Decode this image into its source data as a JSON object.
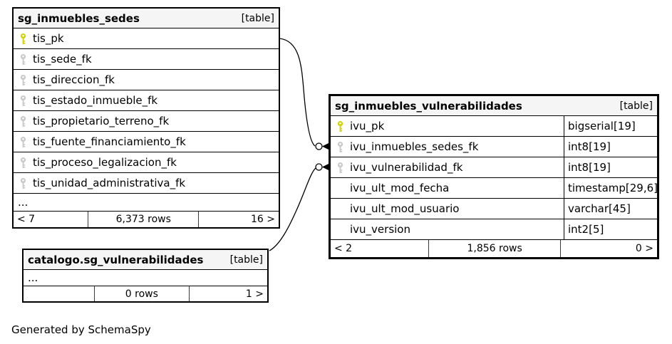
{
  "page": {
    "footer_note": "Generated by SchemaSpy"
  },
  "palette": {
    "pk_key": "#d2d200",
    "fk_key": "#c9c9c9",
    "header_bg": "#f5f5f5",
    "border": "#000000"
  },
  "tables": {
    "sedes": {
      "title": "sg_inmuebles_sedes",
      "badge": "[table]",
      "columns": [
        {
          "name": "tis_pk",
          "key": "pk"
        },
        {
          "name": "tis_sede_fk",
          "key": "fk"
        },
        {
          "name": "tis_direccion_fk",
          "key": "fk"
        },
        {
          "name": "tis_estado_inmueble_fk",
          "key": "fk"
        },
        {
          "name": "tis_propietario_terreno_fk",
          "key": "fk"
        },
        {
          "name": "tis_fuente_financiamiento_fk",
          "key": "fk"
        },
        {
          "name": "tis_proceso_legalizacion_fk",
          "key": "fk"
        },
        {
          "name": "tis_unidad_administrativa_fk",
          "key": "fk"
        }
      ],
      "ellipsis": "...",
      "footer": {
        "left": "< 7",
        "center": "6,373 rows",
        "right": "16 >"
      }
    },
    "vulnerabilidades": {
      "title": "sg_inmuebles_vulnerabilidades",
      "badge": "[table]",
      "columns": [
        {
          "name": "ivu_pk",
          "type": "bigserial[19]",
          "key": "pk"
        },
        {
          "name": "ivu_inmuebles_sedes_fk",
          "type": "int8[19]",
          "key": "fk"
        },
        {
          "name": "ivu_vulnerabilidad_fk",
          "type": "int8[19]",
          "key": "fk"
        },
        {
          "name": "ivu_ult_mod_fecha",
          "type": "timestamp[29,6]",
          "key": "none"
        },
        {
          "name": "ivu_ult_mod_usuario",
          "type": "varchar[45]",
          "key": "none"
        },
        {
          "name": "ivu_version",
          "type": "int2[5]",
          "key": "none"
        }
      ],
      "footer": {
        "left": "< 2",
        "center": "1,856 rows",
        "right": "0 >"
      }
    },
    "catalogo": {
      "title": "catalogo.sg_vulnerabilidades",
      "badge": "[table]",
      "ellipsis": "...",
      "footer": {
        "left": "",
        "center": "0 rows",
        "right": "1 >"
      }
    }
  }
}
